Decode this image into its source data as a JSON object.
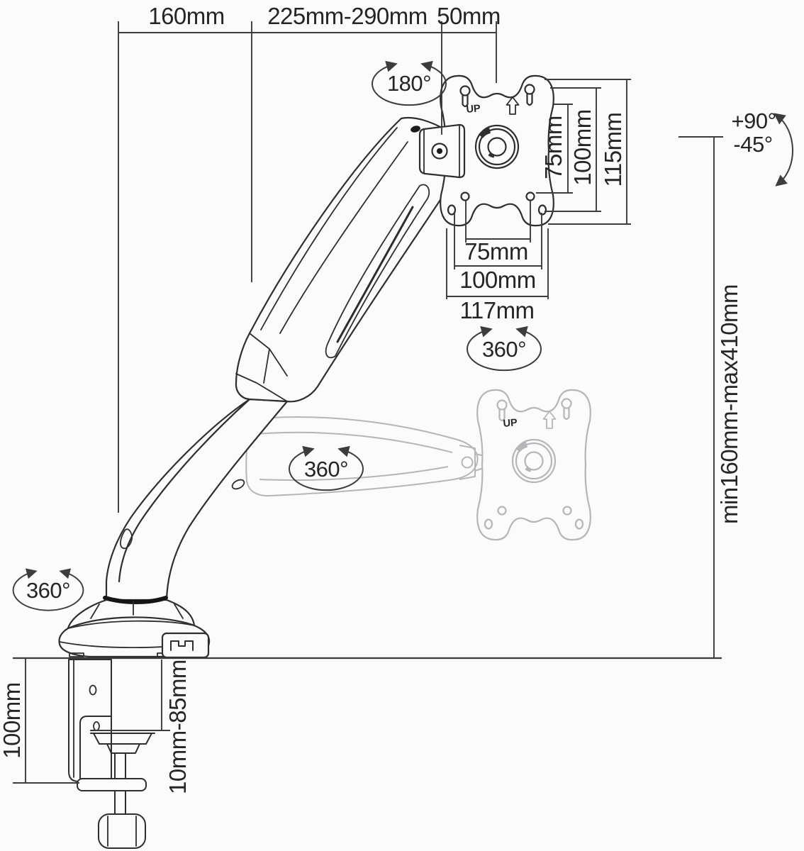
{
  "figure": {
    "type": "technical-line-drawing",
    "subject": "Gas-spring single monitor desk mount arm with VESA plate, clamp base and dimension callouts"
  },
  "labels": {
    "top_left": "160mm",
    "top_mid": "225mm-290mm",
    "top_right": "50mm",
    "swivel": "180°",
    "rotate_head": "360°",
    "rotate_arm": "360°",
    "rotate_base": "360°",
    "tilt_up": "+90°",
    "tilt_down": "-45°",
    "vesa_v_75": "75mm",
    "vesa_v_100": "100mm",
    "vesa_v_115": "115mm",
    "vesa_h_75": "75mm",
    "vesa_h_100": "100mm",
    "vesa_h_117": "117mm",
    "height_range": "min160mm-max410mm",
    "clamp_height": "100mm",
    "clamp_range": "10mm-85mm",
    "up": "UP"
  },
  "colors": {
    "line": "#2e2e2e",
    "dimension_line": "#3c3c3c",
    "ghost": "#b6b6ba",
    "text": "#252525",
    "background": "#fbfbfc"
  }
}
